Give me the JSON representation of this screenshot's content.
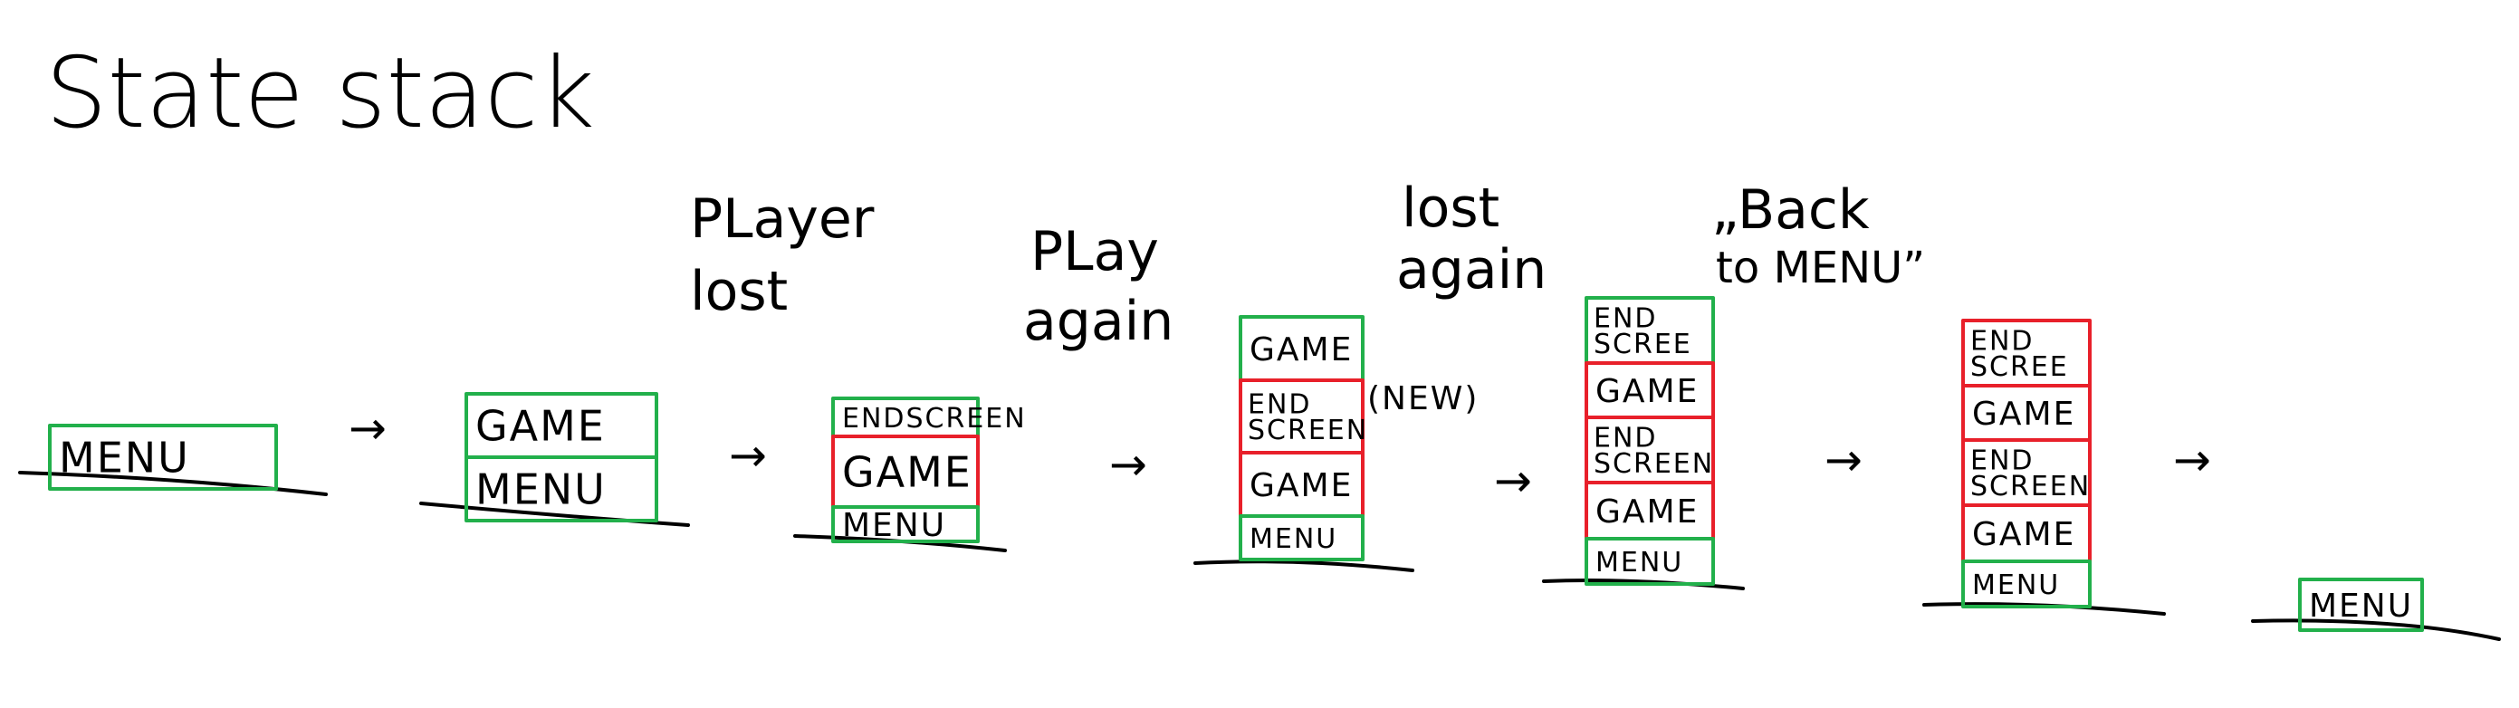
{
  "title": "State stack",
  "colors": {
    "active": "#22b04b",
    "inactive": "#e8202a",
    "ink": "#000000"
  },
  "captions": {
    "player_lost": [
      "PLayer",
      "lost"
    ],
    "play_again": [
      "PLay",
      "again"
    ],
    "lost_again": [
      "lost",
      "again"
    ],
    "back_to_menu": [
      "„Back",
      "to MENU”"
    ]
  },
  "arrow_glyph": "→",
  "new_tag": "(NEW)",
  "stacks": [
    {
      "id": "s1",
      "boxes": [
        {
          "label": "MENU",
          "state": "active"
        }
      ]
    },
    {
      "id": "s2",
      "boxes": [
        {
          "label": "GAME",
          "state": "active"
        },
        {
          "label": "MENU",
          "state": "active"
        }
      ]
    },
    {
      "id": "s3",
      "boxes": [
        {
          "label": "ENDSCREEN",
          "state": "active"
        },
        {
          "label": "GAME",
          "state": "inactive"
        },
        {
          "label": "MENU",
          "state": "active"
        }
      ]
    },
    {
      "id": "s4",
      "boxes": [
        {
          "label": "GAME",
          "state": "active"
        },
        {
          "label": "END SCREEN",
          "state": "inactive"
        },
        {
          "label": "GAME",
          "state": "inactive"
        },
        {
          "label": "MENU",
          "state": "active"
        }
      ]
    },
    {
      "id": "s5",
      "boxes": [
        {
          "label": "END SCREE",
          "state": "active"
        },
        {
          "label": "GAME",
          "state": "inactive"
        },
        {
          "label": "END SCREEN",
          "state": "inactive"
        },
        {
          "label": "GAME",
          "state": "inactive"
        },
        {
          "label": "MENU",
          "state": "active"
        }
      ]
    },
    {
      "id": "s6",
      "boxes": [
        {
          "label": "END SCREE",
          "state": "inactive"
        },
        {
          "label": "GAME",
          "state": "inactive"
        },
        {
          "label": "END SCREEN",
          "state": "inactive"
        },
        {
          "label": "GAME",
          "state": "inactive"
        },
        {
          "label": "MENU",
          "state": "active"
        }
      ]
    },
    {
      "id": "s7",
      "boxes": [
        {
          "label": "MENU",
          "state": "active"
        }
      ]
    }
  ]
}
